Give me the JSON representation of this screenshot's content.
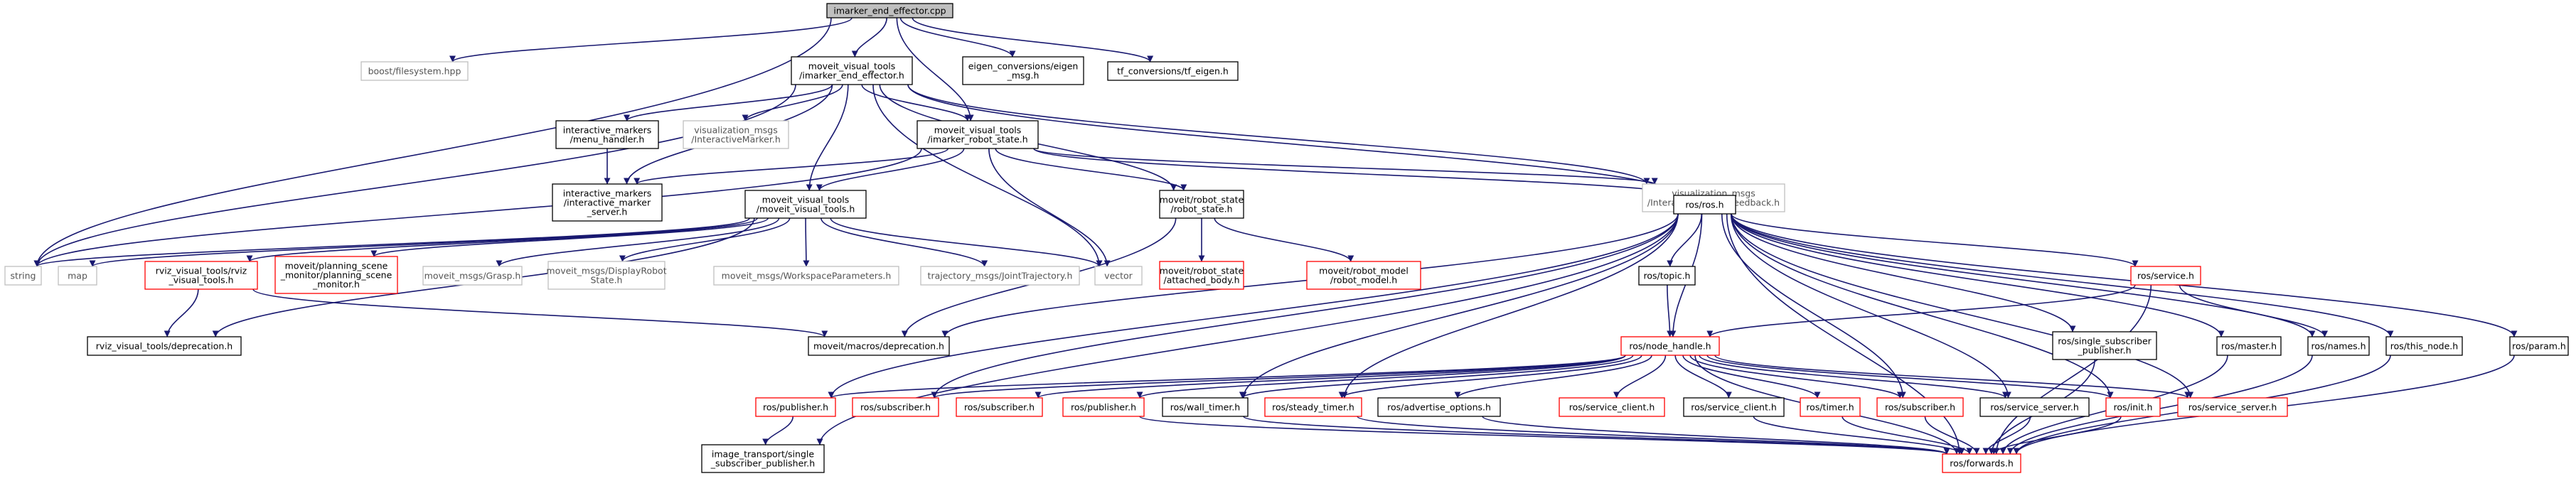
{
  "colors": {
    "edge": "#191970",
    "root_fill": "#bfbfbf",
    "default_border": "#000000",
    "missing_border": "#bfbfbf",
    "missing_text": "#545454",
    "external_border": "#ff0000",
    "text": "#000000"
  },
  "nodes": [
    {
      "id": "root",
      "lines": [
        "imarker_end_effector.cpp"
      ],
      "style": "root"
    },
    {
      "id": "filesystem",
      "lines": [
        "boost/filesystem.hpp"
      ],
      "style": "missing"
    },
    {
      "id": "mvt_mee",
      "lines": [
        "moveit_visual_tools",
        "/imarker_end_effector.h"
      ],
      "style": "default"
    },
    {
      "id": "eigen_conv",
      "lines": [
        "eigen_conversions/eigen",
        "_msg.h"
      ],
      "style": "default"
    },
    {
      "id": "tf_conv",
      "lines": [
        "tf_conversions/tf_eigen.h"
      ],
      "style": "default"
    },
    {
      "id": "menu_handler",
      "lines": [
        "interactive_markers",
        "/menu_handler.h"
      ],
      "style": "default"
    },
    {
      "id": "viz_imarker",
      "lines": [
        "visualization_msgs",
        "/InteractiveMarker.h"
      ],
      "style": "missing"
    },
    {
      "id": "mvt_mrs",
      "lines": [
        "moveit_visual_tools",
        "/imarker_robot_state.h"
      ],
      "style": "default"
    },
    {
      "id": "viz_imfb",
      "lines": [
        "visualization_msgs",
        "/InteractiveMarkerFeedback.h"
      ],
      "style": "missing"
    },
    {
      "id": "im_server",
      "lines": [
        "interactive_markers",
        "/interactive_marker",
        "_server.h"
      ],
      "style": "default"
    },
    {
      "id": "mvt_mvt",
      "lines": [
        "moveit_visual_tools",
        "/moveit_visual_tools.h"
      ],
      "style": "default"
    },
    {
      "id": "robot_state",
      "lines": [
        "moveit/robot_state",
        "/robot_state.h"
      ],
      "style": "default"
    },
    {
      "id": "ros_ros",
      "lines": [
        "ros/ros.h"
      ],
      "style": "default"
    },
    {
      "id": "string",
      "lines": [
        "string"
      ],
      "style": "missing"
    },
    {
      "id": "map",
      "lines": [
        "map"
      ],
      "style": "missing"
    },
    {
      "id": "rviz_vt",
      "lines": [
        "rviz_visual_tools/rviz",
        "_visual_tools.h"
      ],
      "style": "external"
    },
    {
      "id": "psm",
      "lines": [
        "moveit/planning_scene",
        "_monitor/planning_scene",
        "_monitor.h"
      ],
      "style": "external"
    },
    {
      "id": "grasp",
      "lines": [
        "moveit_msgs/Grasp.h"
      ],
      "style": "missing"
    },
    {
      "id": "display_rs",
      "lines": [
        "moveit_msgs/DisplayRobot",
        "State.h"
      ],
      "style": "missing"
    },
    {
      "id": "ws_params",
      "lines": [
        "moveit_msgs/WorkspaceParameters.h"
      ],
      "style": "missing"
    },
    {
      "id": "traj",
      "lines": [
        "trajectory_msgs/JointTrajectory.h"
      ],
      "style": "missing"
    },
    {
      "id": "vector",
      "lines": [
        "vector"
      ],
      "style": "missing"
    },
    {
      "id": "attached_body",
      "lines": [
        "moveit/robot_state",
        "/attached_body.h"
      ],
      "style": "external"
    },
    {
      "id": "robot_model",
      "lines": [
        "moveit/robot_model",
        "/robot_model.h"
      ],
      "style": "external"
    },
    {
      "id": "topic",
      "lines": [
        "ros/topic.h"
      ],
      "style": "default"
    },
    {
      "id": "service",
      "lines": [
        "ros/service.h"
      ],
      "style": "external"
    },
    {
      "id": "rviz_dep",
      "lines": [
        "rviz_visual_tools/deprecation.h"
      ],
      "style": "default"
    },
    {
      "id": "moveit_dep",
      "lines": [
        "moveit/macros/deprecation.h"
      ],
      "style": "default"
    },
    {
      "id": "node_handle",
      "lines": [
        "ros/node_handle.h"
      ],
      "style": "external"
    },
    {
      "id": "single_sub_pub",
      "lines": [
        "ros/single_subscriber",
        "_publisher.h"
      ],
      "style": "default"
    },
    {
      "id": "master",
      "lines": [
        "ros/master.h"
      ],
      "style": "default"
    },
    {
      "id": "names",
      "lines": [
        "ros/names.h"
      ],
      "style": "default"
    },
    {
      "id": "this_node",
      "lines": [
        "ros/this_node.h"
      ],
      "style": "default"
    },
    {
      "id": "param",
      "lines": [
        "ros/param.h"
      ],
      "style": "default"
    },
    {
      "id": "publisher1",
      "lines": [
        "ros/publisher.h"
      ],
      "style": "external"
    },
    {
      "id": "subscriber1",
      "lines": [
        "ros/subscriber.h"
      ],
      "style": "external"
    },
    {
      "id": "subscriber2",
      "lines": [
        "ros/subscriber.h"
      ],
      "style": "external"
    },
    {
      "id": "publisher2",
      "lines": [
        "ros/publisher.h"
      ],
      "style": "external"
    },
    {
      "id": "wall_timer",
      "lines": [
        "ros/wall_timer.h"
      ],
      "style": "default"
    },
    {
      "id": "steady_timer",
      "lines": [
        "ros/steady_timer.h"
      ],
      "style": "external"
    },
    {
      "id": "adv_options",
      "lines": [
        "ros/advertise_options.h"
      ],
      "style": "default"
    },
    {
      "id": "service_client1",
      "lines": [
        "ros/service_client.h"
      ],
      "style": "external"
    },
    {
      "id": "service_client2",
      "lines": [
        "ros/service_client.h"
      ],
      "style": "default"
    },
    {
      "id": "timer",
      "lines": [
        "ros/timer.h"
      ],
      "style": "external"
    },
    {
      "id": "subscriber3",
      "lines": [
        "ros/subscriber.h"
      ],
      "style": "external"
    },
    {
      "id": "service_server1",
      "lines": [
        "ros/service_server.h"
      ],
      "style": "default"
    },
    {
      "id": "init",
      "lines": [
        "ros/init.h"
      ],
      "style": "external"
    },
    {
      "id": "service_server2",
      "lines": [
        "ros/service_server.h"
      ],
      "style": "external"
    },
    {
      "id": "image_transport",
      "lines": [
        "image_transport/single",
        "_subscriber_publisher.h"
      ],
      "style": "default"
    },
    {
      "id": "forwards",
      "lines": [
        "ros/forwards.h"
      ],
      "style": "external"
    }
  ],
  "edges": [
    [
      "root",
      "filesystem"
    ],
    [
      "root",
      "mvt_mee"
    ],
    [
      "root",
      "eigen_conv"
    ],
    [
      "root",
      "tf_conv"
    ],
    [
      "root",
      "string"
    ],
    [
      "root",
      "mvt_mrs"
    ],
    [
      "mvt_mee",
      "menu_handler"
    ],
    [
      "mvt_mee",
      "viz_imarker"
    ],
    [
      "mvt_mee",
      "mvt_mrs"
    ],
    [
      "mvt_mee",
      "viz_imfb"
    ],
    [
      "mvt_mee",
      "im_server"
    ],
    [
      "mvt_mee",
      "mvt_mvt"
    ],
    [
      "mvt_mee",
      "robot_state"
    ],
    [
      "mvt_mee",
      "ros_ros"
    ],
    [
      "mvt_mee",
      "string"
    ],
    [
      "mvt_mee",
      "vector"
    ],
    [
      "menu_handler",
      "im_server"
    ],
    [
      "mvt_mrs",
      "viz_imfb"
    ],
    [
      "mvt_mrs",
      "im_server"
    ],
    [
      "mvt_mrs",
      "mvt_mvt"
    ],
    [
      "mvt_mrs",
      "robot_state"
    ],
    [
      "mvt_mrs",
      "ros_ros"
    ],
    [
      "mvt_mrs",
      "string"
    ],
    [
      "mvt_mrs",
      "vector"
    ],
    [
      "mvt_mvt",
      "string"
    ],
    [
      "mvt_mvt",
      "map"
    ],
    [
      "mvt_mvt",
      "rviz_vt"
    ],
    [
      "mvt_mvt",
      "psm"
    ],
    [
      "mvt_mvt",
      "grasp"
    ],
    [
      "mvt_mvt",
      "display_rs"
    ],
    [
      "mvt_mvt",
      "ws_params"
    ],
    [
      "mvt_mvt",
      "traj"
    ],
    [
      "mvt_mvt",
      "vector"
    ],
    [
      "mvt_mvt",
      "rviz_dep"
    ],
    [
      "robot_state",
      "attached_body"
    ],
    [
      "robot_state",
      "robot_model"
    ],
    [
      "robot_state",
      "moveit_dep"
    ],
    [
      "rviz_vt",
      "rviz_dep"
    ],
    [
      "rviz_vt",
      "moveit_dep"
    ],
    [
      "ros_ros",
      "topic"
    ],
    [
      "ros_ros",
      "service"
    ],
    [
      "ros_ros",
      "node_handle"
    ],
    [
      "ros_ros",
      "single_sub_pub"
    ],
    [
      "ros_ros",
      "master"
    ],
    [
      "ros_ros",
      "names"
    ],
    [
      "ros_ros",
      "this_node"
    ],
    [
      "ros_ros",
      "param"
    ],
    [
      "ros_ros",
      "publisher1"
    ],
    [
      "ros_ros",
      "subscriber1"
    ],
    [
      "ros_ros",
      "subscriber3"
    ],
    [
      "ros_ros",
      "service_server1"
    ],
    [
      "ros_ros",
      "init"
    ],
    [
      "ros_ros",
      "service_server2"
    ],
    [
      "ros_ros",
      "forwards"
    ],
    [
      "ros_ros",
      "moveit_dep"
    ],
    [
      "ros_ros",
      "image_transport"
    ],
    [
      "ros_ros",
      "wall_timer"
    ],
    [
      "ros_ros",
      "steady_timer"
    ],
    [
      "topic",
      "node_handle"
    ],
    [
      "service",
      "node_handle"
    ],
    [
      "service",
      "names"
    ],
    [
      "service",
      "forwards"
    ],
    [
      "node_handle",
      "publisher1"
    ],
    [
      "node_handle",
      "subscriber1"
    ],
    [
      "node_handle",
      "subscriber2"
    ],
    [
      "node_handle",
      "publisher2"
    ],
    [
      "node_handle",
      "wall_timer"
    ],
    [
      "node_handle",
      "steady_timer"
    ],
    [
      "node_handle",
      "adv_options"
    ],
    [
      "node_handle",
      "service_client1"
    ],
    [
      "node_handle",
      "service_client2"
    ],
    [
      "node_handle",
      "timer"
    ],
    [
      "node_handle",
      "subscriber3"
    ],
    [
      "node_handle",
      "service_server1"
    ],
    [
      "node_handle",
      "init"
    ],
    [
      "node_handle",
      "service_server2"
    ],
    [
      "node_handle",
      "forwards"
    ],
    [
      "single_sub_pub",
      "forwards"
    ],
    [
      "master",
      "forwards"
    ],
    [
      "names",
      "forwards"
    ],
    [
      "this_node",
      "forwards"
    ],
    [
      "param",
      "forwards"
    ],
    [
      "publisher1",
      "image_transport"
    ],
    [
      "publisher2",
      "forwards"
    ],
    [
      "wall_timer",
      "forwards"
    ],
    [
      "steady_timer",
      "forwards"
    ],
    [
      "adv_options",
      "forwards"
    ],
    [
      "service_client2",
      "forwards"
    ],
    [
      "timer",
      "forwards"
    ],
    [
      "subscriber3",
      "forwards"
    ],
    [
      "service_server1",
      "forwards"
    ],
    [
      "init",
      "forwards"
    ]
  ]
}
